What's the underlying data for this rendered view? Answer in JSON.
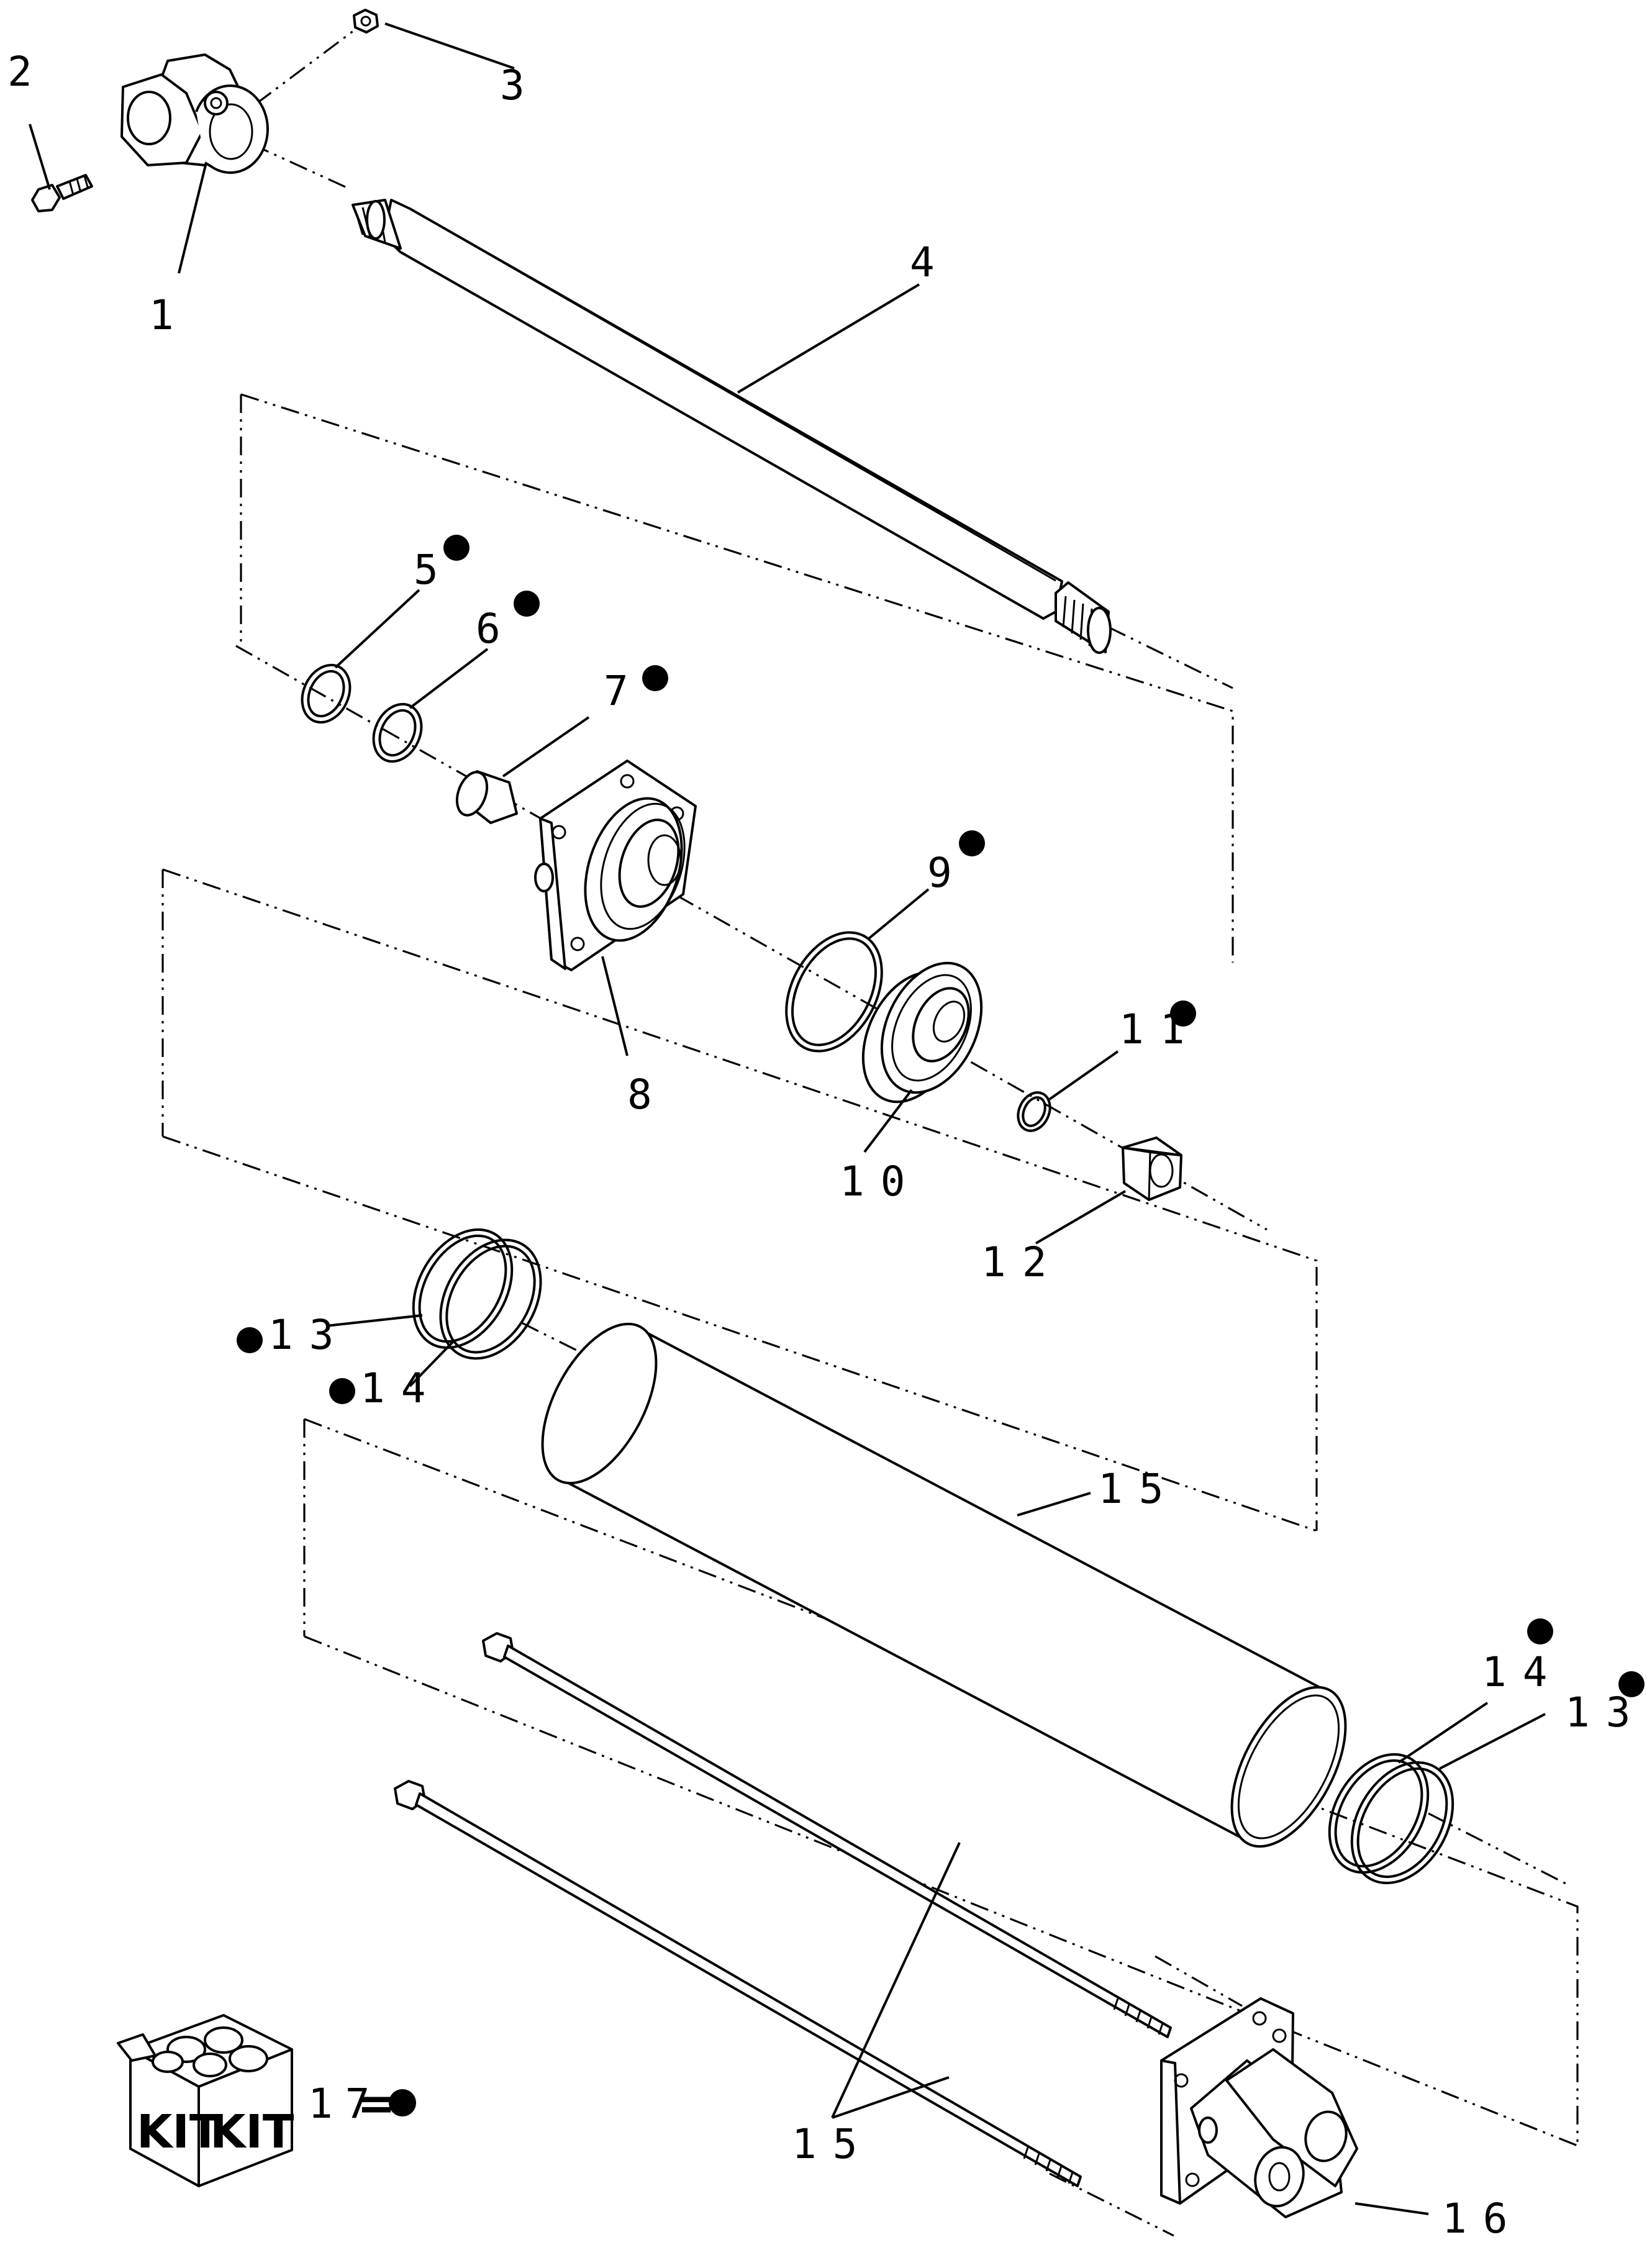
{
  "callouts": {
    "c1": "1",
    "c2": "2",
    "c3": "3",
    "c4": "4",
    "c5": "5",
    "c6": "6",
    "c7": "7",
    "c8": "8",
    "c9": "9",
    "c10": "10",
    "c11": "11",
    "c12": "12",
    "c13a": "13",
    "c14a": "14",
    "c15a": "15",
    "c14b": "14",
    "c13b": "13",
    "c15b": "15",
    "c16": "16"
  },
  "kit_legend": {
    "box_label_left": "KIT",
    "box_label_right": "KIT",
    "number": "17",
    "equals": "="
  },
  "colors": {
    "ink": "#000000",
    "paper": "#ffffff"
  }
}
